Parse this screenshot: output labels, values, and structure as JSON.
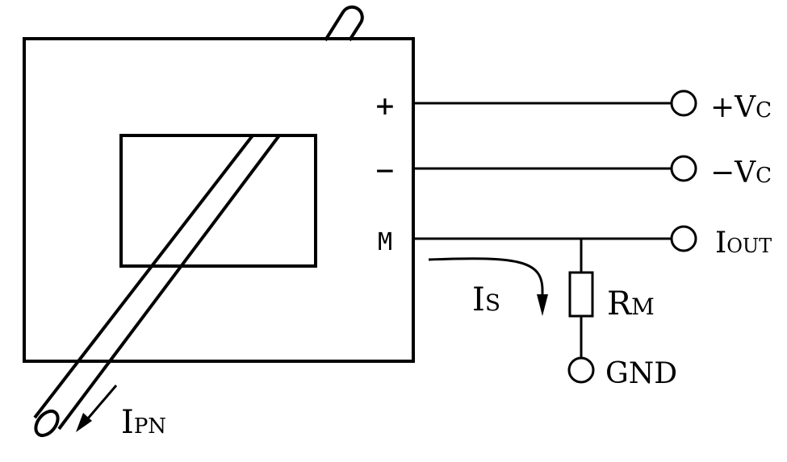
{
  "pins": {
    "plus": "+",
    "minus": "−",
    "m": "M"
  },
  "terminals": {
    "plus_vc": {
      "sign": "+",
      "main": "V",
      "sub": "C"
    },
    "minus_vc": {
      "sign": "−",
      "main": "V",
      "sub": "C"
    },
    "iout": {
      "main": "I",
      "sub": "OUT"
    },
    "gnd": "GND"
  },
  "labels": {
    "is": {
      "main": "I",
      "sub": "S"
    },
    "rm": {
      "main": "R",
      "sub": "M"
    },
    "ipn": {
      "main": "I",
      "sub": "PN"
    }
  }
}
